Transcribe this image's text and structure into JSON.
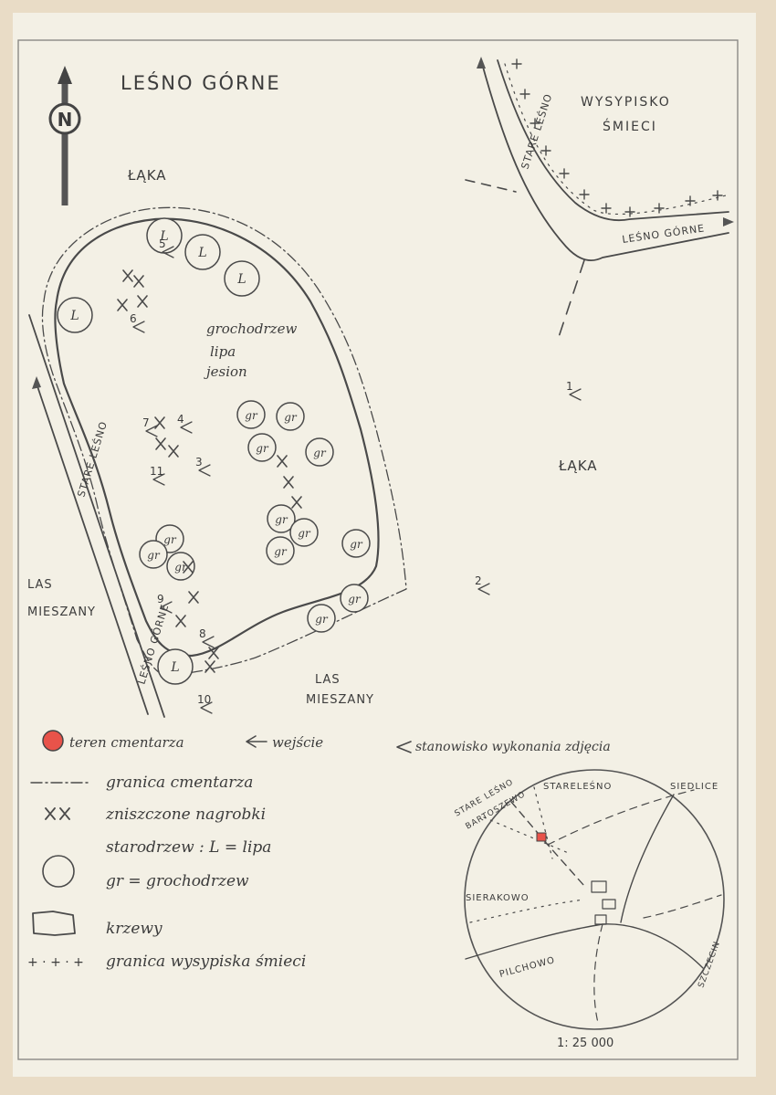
{
  "title": "LEŚNO GÓRNE",
  "north": "N",
  "labels": {
    "laka_top": "ŁĄKA",
    "laka_right": "ŁĄKA",
    "wysypisko_1": "WYSYPISKO",
    "wysypisko_2": "ŚMIECI",
    "road_stare_lesno_top": "STARE LEŚNO",
    "road_lesno_gorne_right": "LEŚNO GÓRNE",
    "road_stare_lesno_left": "STARE LEŚNO",
    "road_lesno_gorne_left": "LEŚNO GÓRNE",
    "las_left_1": "LAS",
    "las_left_2": "MIESZANY",
    "las_bottom_1": "LAS",
    "las_bottom_2": "MIESZANY",
    "trees_1": "grochodrzew",
    "trees_2": "lipa",
    "trees_3": "jesion"
  },
  "tree_marks": {
    "lipa": "L",
    "grochodrzew": "gr"
  },
  "photo_points": [
    "1",
    "2",
    "3",
    "4",
    "5",
    "6",
    "7",
    "8",
    "9",
    "10",
    "11"
  ],
  "legend": {
    "cemetery_area": "teren cmentarza",
    "entrance": "wejście",
    "photo_spot": "stanowisko wykonania zdjęcia",
    "boundary": "granica cmentarza",
    "destroyed": "zniszczone nagrobki",
    "old_trees": "starodrzew : L = lipa",
    "gr_def": "gr = grochodrzew",
    "bushes": "krzewy",
    "dump_boundary": "granica wysypiska śmieci",
    "dump_symbol": "+ · + · +"
  },
  "inset": {
    "places": [
      "STARE LEŚNO",
      "BARTOSZEWO",
      "STARELEŚNO",
      "SIEDLICE",
      "SIERAKOWO",
      "PILCHOWO",
      "SZCZECIN"
    ]
  },
  "scale": "1: 25 000",
  "colors": {
    "paper": "#f4f1e6",
    "ink": "#4a4a4a",
    "cemetery": "#e8534a"
  }
}
